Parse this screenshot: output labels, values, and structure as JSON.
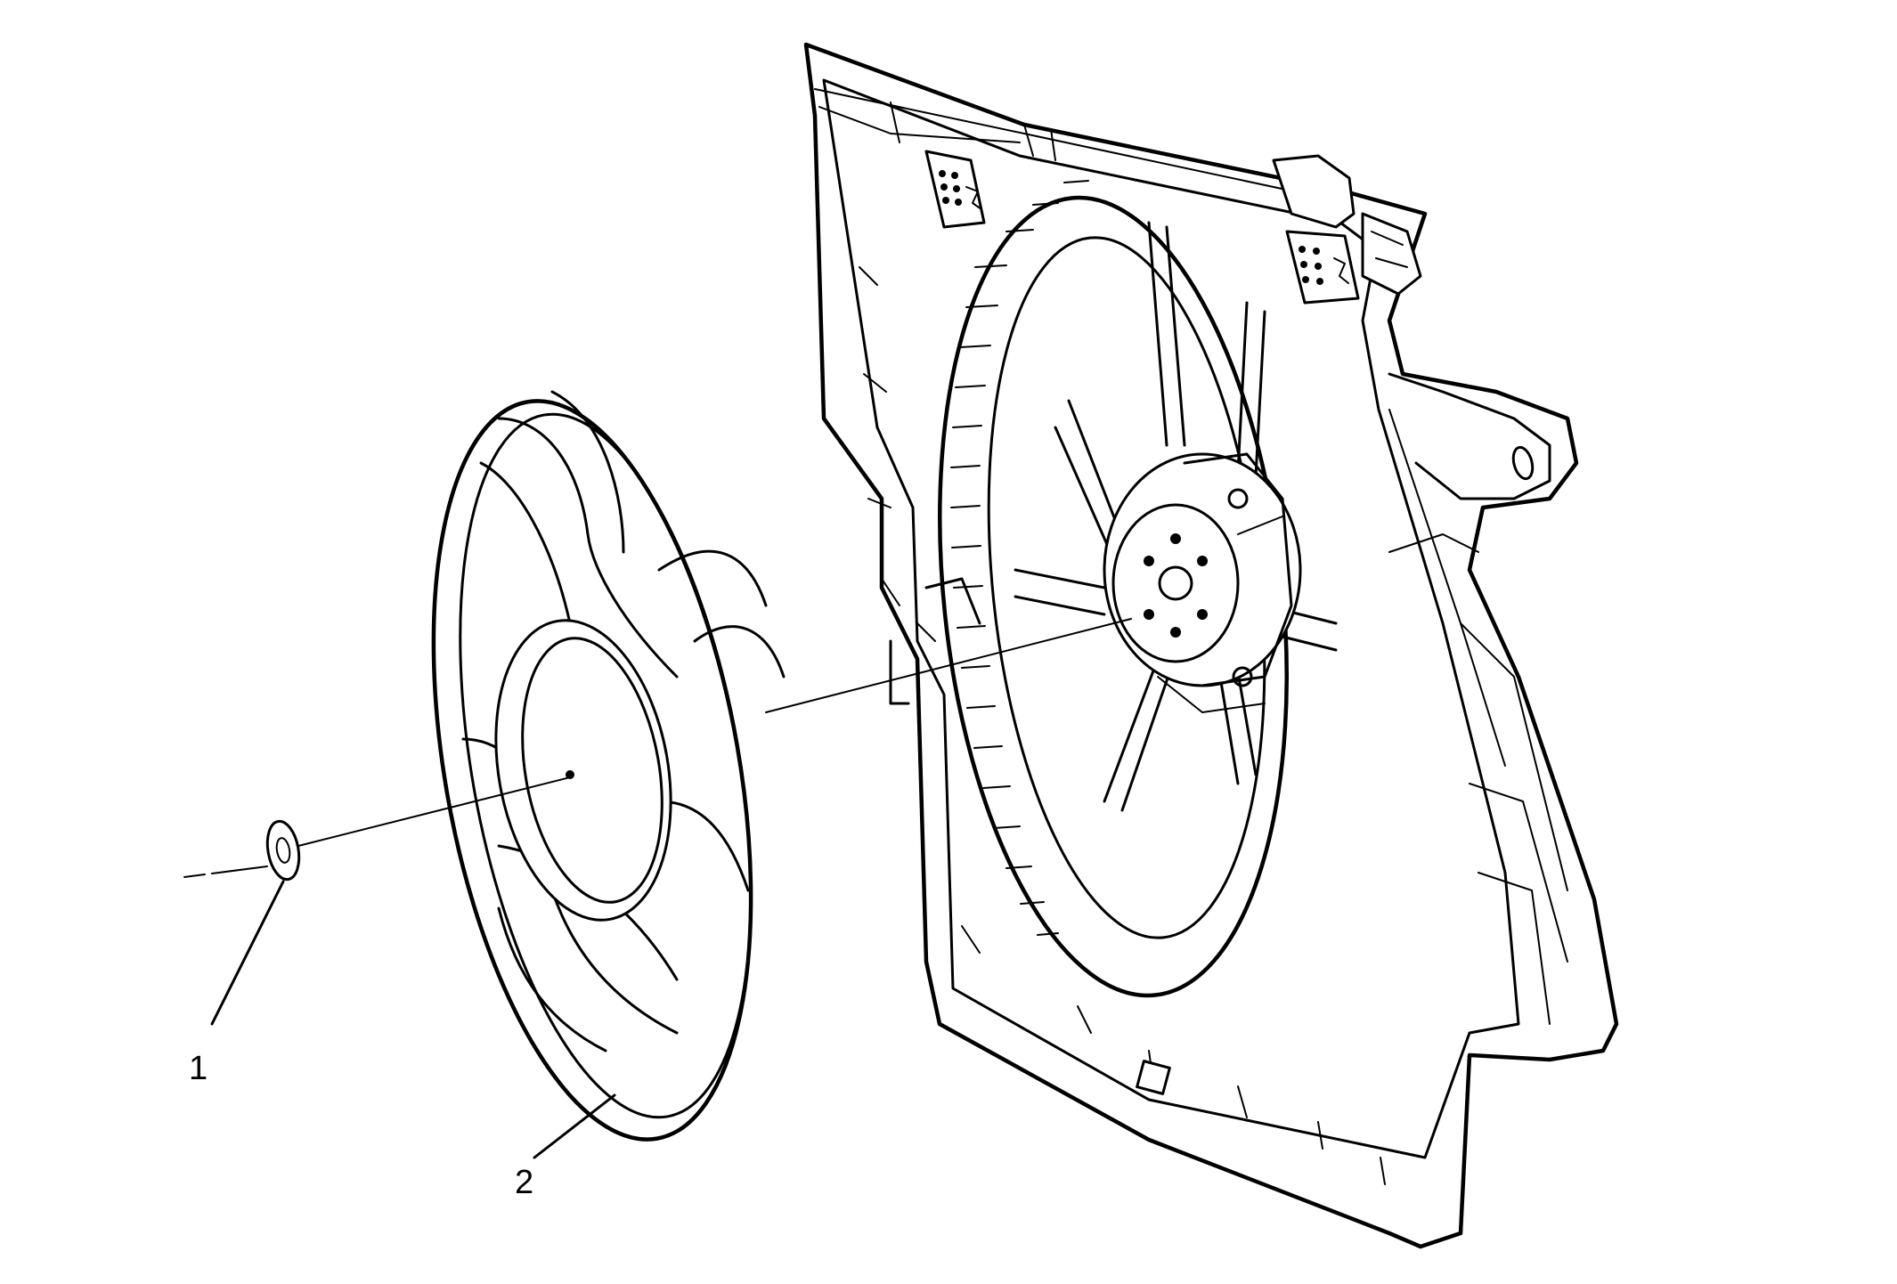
{
  "diagram": {
    "callouts": [
      {
        "id": "retainer",
        "label": "1"
      },
      {
        "id": "fan-blade",
        "label": "2"
      }
    ],
    "colors": {
      "line": "#000000",
      "background": "#ffffff"
    }
  }
}
